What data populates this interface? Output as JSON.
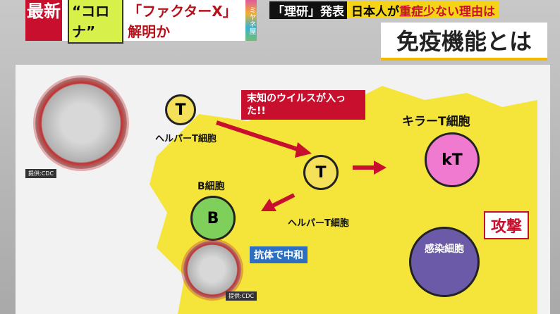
{
  "header": {
    "badge": "最新",
    "corona": "“コロナ”",
    "factor": "「ファクターX」解明か",
    "station": "ミヤネ屋",
    "subtitle_label": "「理研」発表",
    "subtitle_text_1": "日本人が",
    "subtitle_text_red": "重症少ない理由は",
    "title": "免疫機能とは"
  },
  "diagram": {
    "helper_t_top": "ヘルパーT細胞",
    "virus_entered": "末知のウイルスが入った!!",
    "killer_t": "キラーT細胞",
    "b_cell": "B細胞",
    "helper_t_center": "ヘルパーT細胞",
    "neutralize": "抗体で中和",
    "attack": "攻撃",
    "infected_cell": "感染細胞",
    "credit_1": "提供:CDC",
    "credit_2": "提供:CDC",
    "t_letter": "T",
    "b_letter": "B",
    "kt_letter": "kT"
  }
}
